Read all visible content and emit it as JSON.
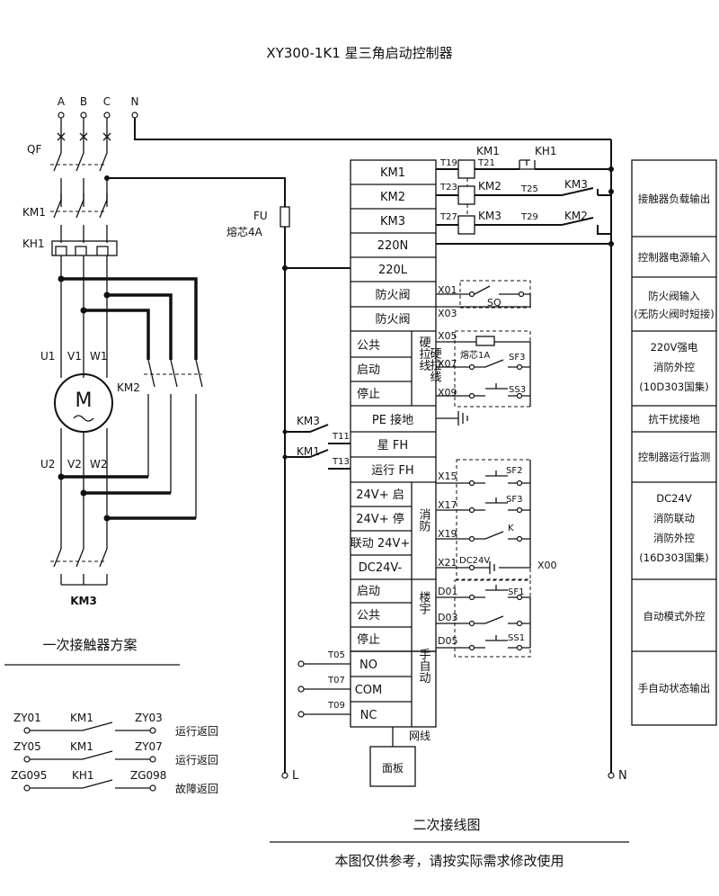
{
  "title": "XY300-1K1  星三角启动控制器",
  "main_circuit": {
    "phases": [
      "A",
      "B",
      "C",
      "N"
    ],
    "qf": "QF",
    "km1": "KM1",
    "kh1": "KH1",
    "motor_terms_top": [
      "U1",
      "V1",
      "W1"
    ],
    "motor_terms_bottom": [
      "U2",
      "V2",
      "W2"
    ],
    "motor_symbol": "M",
    "km2": "KM2",
    "km3": "KM3"
  },
  "primary_caption": "一次接触器方案",
  "aux_rows": [
    {
      "left": "ZY01",
      "contact": "KM1",
      "right": "ZY03",
      "desc": "运行返回"
    },
    {
      "left": "ZY05",
      "contact": "KM1",
      "right": "ZY07",
      "desc": "运行返回"
    },
    {
      "left": "ZG095",
      "contact": "KH1",
      "right": "ZG098",
      "desc": "故障返回"
    }
  ],
  "fuse": {
    "label": "FU",
    "rating": "熔芯4A"
  },
  "line_l": "L",
  "line_n": "N",
  "terminals": [
    "KM1",
    "KM2",
    "KM3",
    "220N",
    "220L",
    "防火阀",
    "防火阀",
    "公共",
    "启动",
    "停止",
    "PE 接地",
    "星 FH",
    "运行 FH",
    "24V+ 启",
    "24V+ 停",
    "联动 24V+",
    "DC24V-",
    "启动",
    "公共",
    "停止",
    "NO",
    "COM",
    "NC"
  ],
  "group_labels": [
    "硬拉线",
    "消防",
    "楼宇",
    "手自动"
  ],
  "codes": {
    "t19": "T19",
    "t21": "T21",
    "t23": "T23",
    "t25": "T25",
    "t27": "T27",
    "t29": "T29",
    "t11": "T11",
    "t13": "T13",
    "t05": "T05",
    "t07": "T07",
    "t09": "T09",
    "x01": "X01",
    "x03": "X03",
    "x05": "X05",
    "x07": "X07",
    "x09": "X09",
    "x15": "X15",
    "x17": "X17",
    "x19": "X19",
    "x21": "X21",
    "x00": "X00",
    "d01": "D01",
    "d03": "D03",
    "d05": "D05"
  },
  "coil_labels": {
    "c1": "KM1",
    "c2": "KM2",
    "c3": "KM3"
  },
  "contact_labels": {
    "kh1": "KH1",
    "km3_top": "KM3",
    "km2_mid": "KM2",
    "sq": "SQ",
    "sf3": "SF3",
    "ss3": "SS3",
    "fuse1a": "熔芯1A",
    "sf2": "SF2",
    "sf3b": "SF3",
    "k": "K",
    "dc24v": "DC24V",
    "sf1": "SF1",
    "ss1": "SS1",
    "km3_left": "KM3",
    "km1_left": "KM1"
  },
  "wire_label": "网线",
  "panel_label": "面板",
  "right_labels": [
    {
      "lines": [
        "接触器负载输出"
      ]
    },
    {
      "lines": [
        "控制器电源输入"
      ]
    },
    {
      "lines": [
        "防火阀输入",
        "(无防火阀时短接)"
      ]
    },
    {
      "lines": [
        "220V强电",
        "消防外控",
        "(10D303国集)"
      ]
    },
    {
      "lines": [
        "抗干扰接地"
      ]
    },
    {
      "lines": [
        "控制器运行监测"
      ]
    },
    {
      "lines": [
        "DC24V",
        "消防联动",
        "消防外控",
        "(16D303国集)"
      ]
    },
    {
      "lines": [
        "自动模式外控"
      ]
    },
    {
      "lines": [
        "手自动状态输出"
      ]
    }
  ],
  "secondary_caption": "二次接线图",
  "footer_note": "本图仅供参考，请按实际需求修改使用"
}
